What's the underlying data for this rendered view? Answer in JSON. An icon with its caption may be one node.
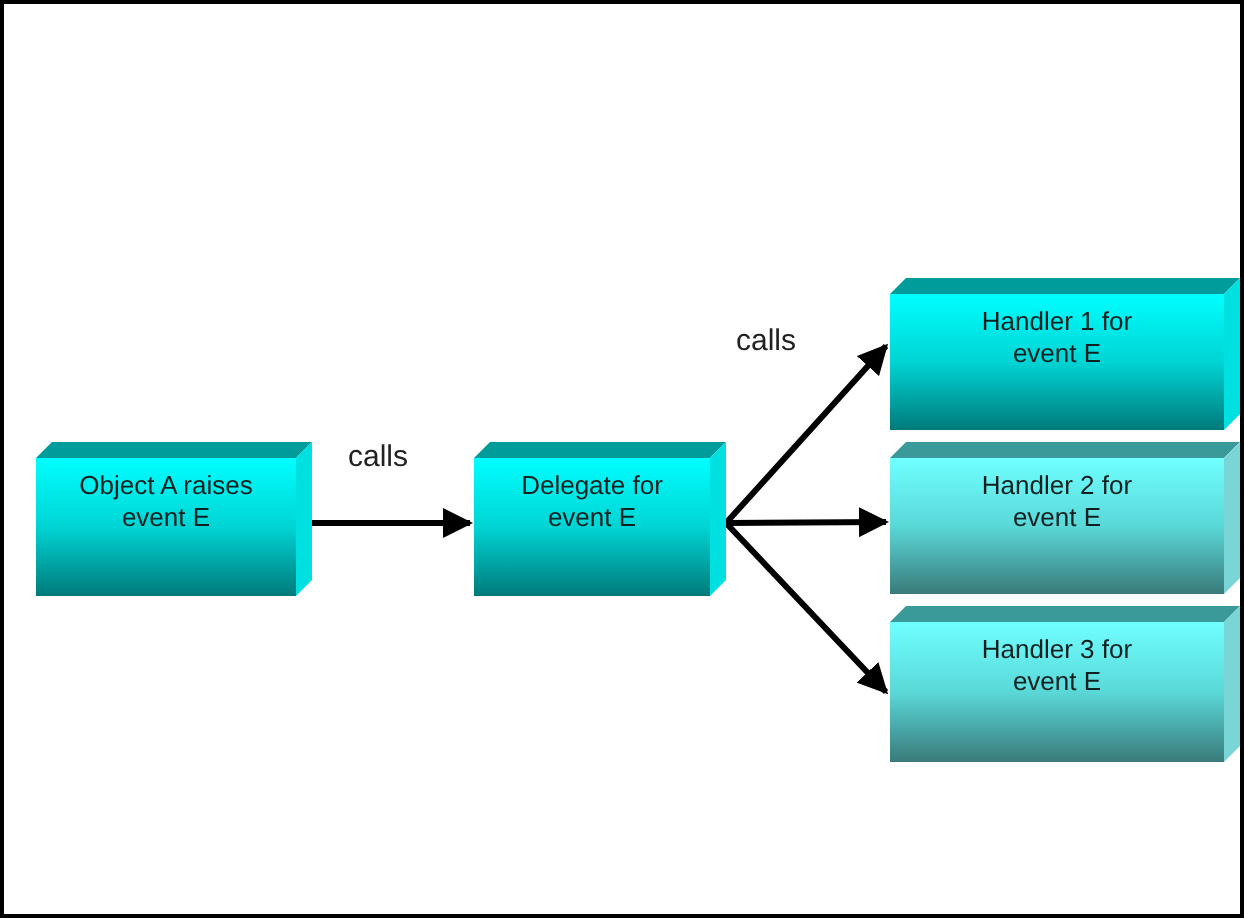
{
  "diagram": {
    "nodes": [
      {
        "text": [
          "Object A raises event E"
        ]
      },
      {
        "text": [
          "Delegate for event E"
        ]
      },
      {
        "text": [
          "Handler 1 for event E"
        ]
      },
      {
        "text": [
          "Handler 2 for event E"
        ]
      },
      {
        "text": [
          "Handler 3 for event E"
        ]
      }
    ],
    "edges": [
      {
        "from": 0,
        "to": 1,
        "arrow": "to",
        "label": "calls"
      },
      {
        "from": 1,
        "to": 2,
        "arrow": "to",
        "label": "calls"
      },
      {
        "from": 1,
        "to": 3,
        "arrow": "to"
      },
      {
        "from": 1,
        "to": 4,
        "arrow": "to"
      }
    ]
  }
}
